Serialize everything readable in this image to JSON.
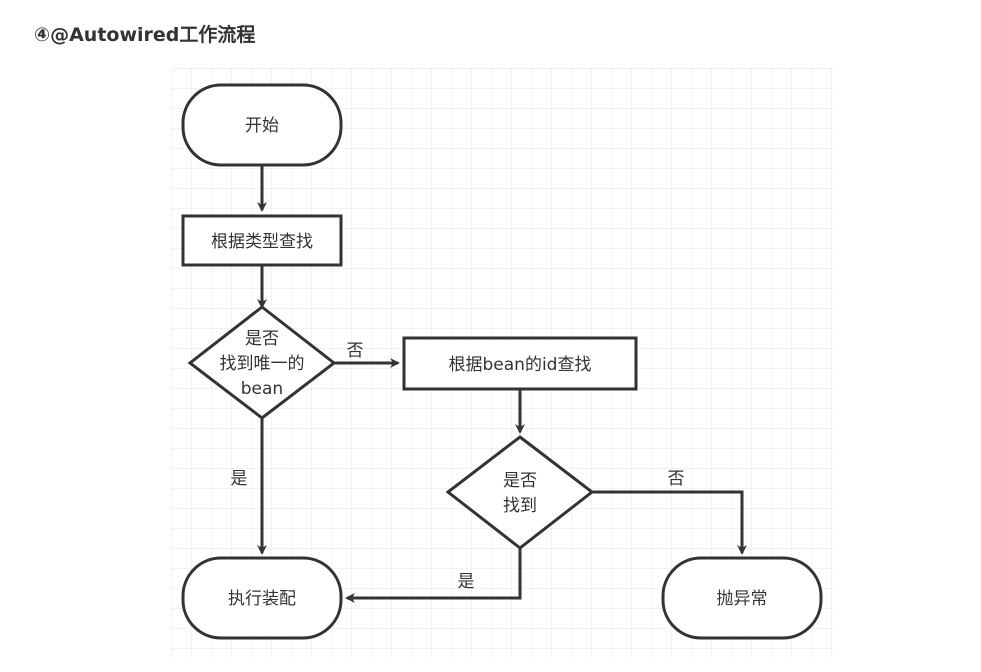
{
  "title": "④@Autowired工作流程",
  "nodes": {
    "start": "开始",
    "find_by_type": "根据类型查找",
    "unique_q_1": "是否",
    "unique_q_2": "找到唯一的",
    "unique_q_3": "bean",
    "find_by_id": "根据bean的id查找",
    "found_q_1": "是否",
    "found_q_2": "找到",
    "assemble": "执行装配",
    "throw": "抛异常"
  },
  "edges": {
    "no_unique": "否",
    "yes_unique": "是",
    "no_found": "否",
    "yes_found": "是"
  },
  "colors": {
    "stroke": "#333333",
    "grid": "#e6e6e6",
    "text": "#333333"
  }
}
